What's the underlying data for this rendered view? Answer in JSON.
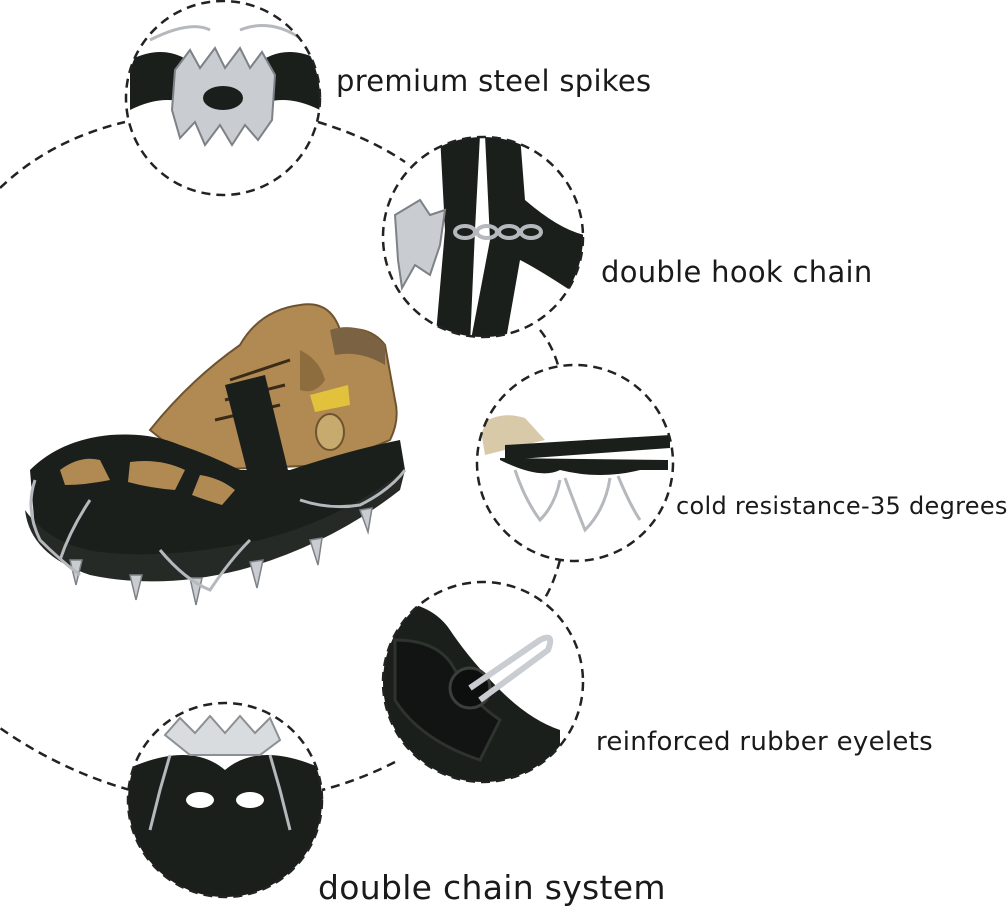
{
  "features": [
    {
      "id": "premium-steel-spikes",
      "label": "premium steel spikes"
    },
    {
      "id": "double-hook-chain",
      "label": "double hook chain"
    },
    {
      "id": "cold-resistance",
      "label": "cold resistance-35 degrees"
    },
    {
      "id": "reinforced-rubber-eyelets",
      "label": "reinforced rubber eyelets"
    },
    {
      "id": "double-chain-system",
      "label": "double chain system"
    }
  ],
  "colors": {
    "background": "#ffffff",
    "rubber": "#1b1f1c",
    "steel": "#c9ccd0",
    "boot_leather": "#b08a52",
    "dashed_line": "#222222"
  }
}
